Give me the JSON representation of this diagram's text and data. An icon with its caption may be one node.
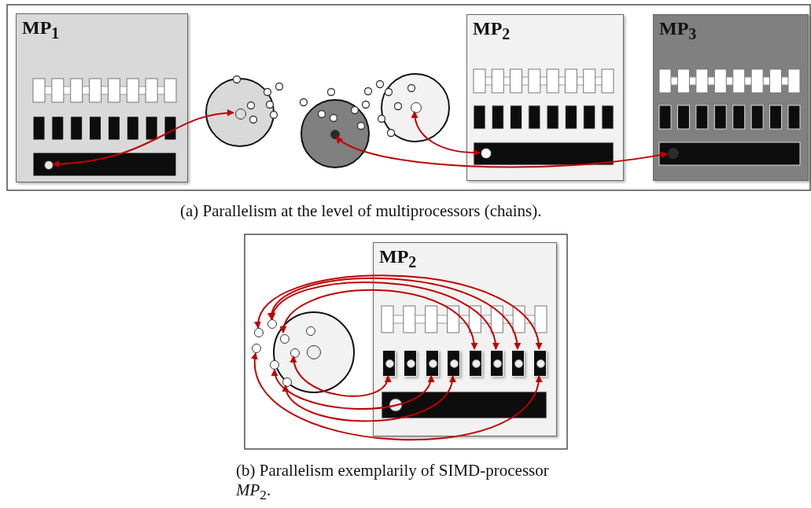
{
  "diagram": {
    "nodes": [
      {
        "text": [
          "MP$_{1}$"
        ]
      },
      {
        "text": [],
        "shape": "circle",
        "in": 0
      },
      {
        "text": [],
        "shape": "circle"
      },
      {
        "text": [],
        "shape": "circle",
        "in": 2
      },
      {
        "text": [],
        "shape": "circle"
      },
      {
        "text": [],
        "shape": "circle",
        "in": 4
      },
      {
        "text": [],
        "shape": "circle"
      },
      {
        "text": [],
        "shape": "circle",
        "in": 6
      },
      {
        "text": [
          "MP$_{2}$"
        ]
      },
      {
        "text": [],
        "shape": "circle",
        "in": 8
      },
      {
        "text": [
          "MP$_{3}$"
        ]
      },
      {
        "text": [],
        "shape": "circle",
        "in": 10
      },
      {
        "text": [
          "MP$_{2}$"
        ]
      },
      {
        "text": [],
        "shape": "box",
        "in": 12
      },
      {
        "text": [],
        "shape": "box",
        "in": 12
      },
      {
        "text": [],
        "shape": "box",
        "in": 12
      },
      {
        "text": [],
        "shape": "box",
        "in": 12
      },
      {
        "text": [],
        "shape": "box",
        "in": 12
      },
      {
        "text": [],
        "shape": "box",
        "in": 12
      },
      {
        "text": [],
        "shape": "box",
        "in": 12
      },
      {
        "text": [],
        "shape": "box",
        "in": 12
      },
      {
        "text": [],
        "shape": "circle"
      },
      {
        "text": [],
        "shape": "circle",
        "in": 21
      },
      {
        "text": [],
        "shape": "circle",
        "in": 21
      },
      {
        "text": [],
        "shape": "circle",
        "in": 21
      },
      {
        "text": [],
        "shape": "circle",
        "in": 21
      },
      {
        "text": [],
        "shape": "circle"
      },
      {
        "text": [],
        "shape": "circle",
        "in": 21
      },
      {
        "text": [],
        "shape": "circle"
      },
      {
        "text": [],
        "shape": "circle"
      },
      {
        "text": [],
        "shape": "circle"
      }
    ],
    "edges": [
      {
        "from": 1,
        "to": 3,
        "arrow": "both"
      },
      {
        "from": 9,
        "to": 7,
        "arrow": "both"
      },
      {
        "from": 11,
        "to": 5,
        "arrow": "both"
      },
      {
        "from": 17,
        "to": 24,
        "arrow": "both"
      },
      {
        "from": 18,
        "to": 29,
        "arrow": "both"
      },
      {
        "from": 19,
        "to": 29,
        "arrow": "both"
      },
      {
        "from": 20,
        "to": 28,
        "arrow": "both"
      },
      {
        "from": 13,
        "to": 25,
        "arrow": "both"
      },
      {
        "from": 15,
        "to": 26,
        "arrow": "both"
      },
      {
        "from": 16,
        "to": 27,
        "arrow": "both"
      },
      {
        "from": 20,
        "to": 30,
        "arrow": "both"
      }
    ],
    "labels": [
      "(a) Parallelism at the level of multiprocessors (chains).",
      "(b) Parallelism exemplarily of SIMD-processor *MP*$_{2}$."
    ]
  }
}
